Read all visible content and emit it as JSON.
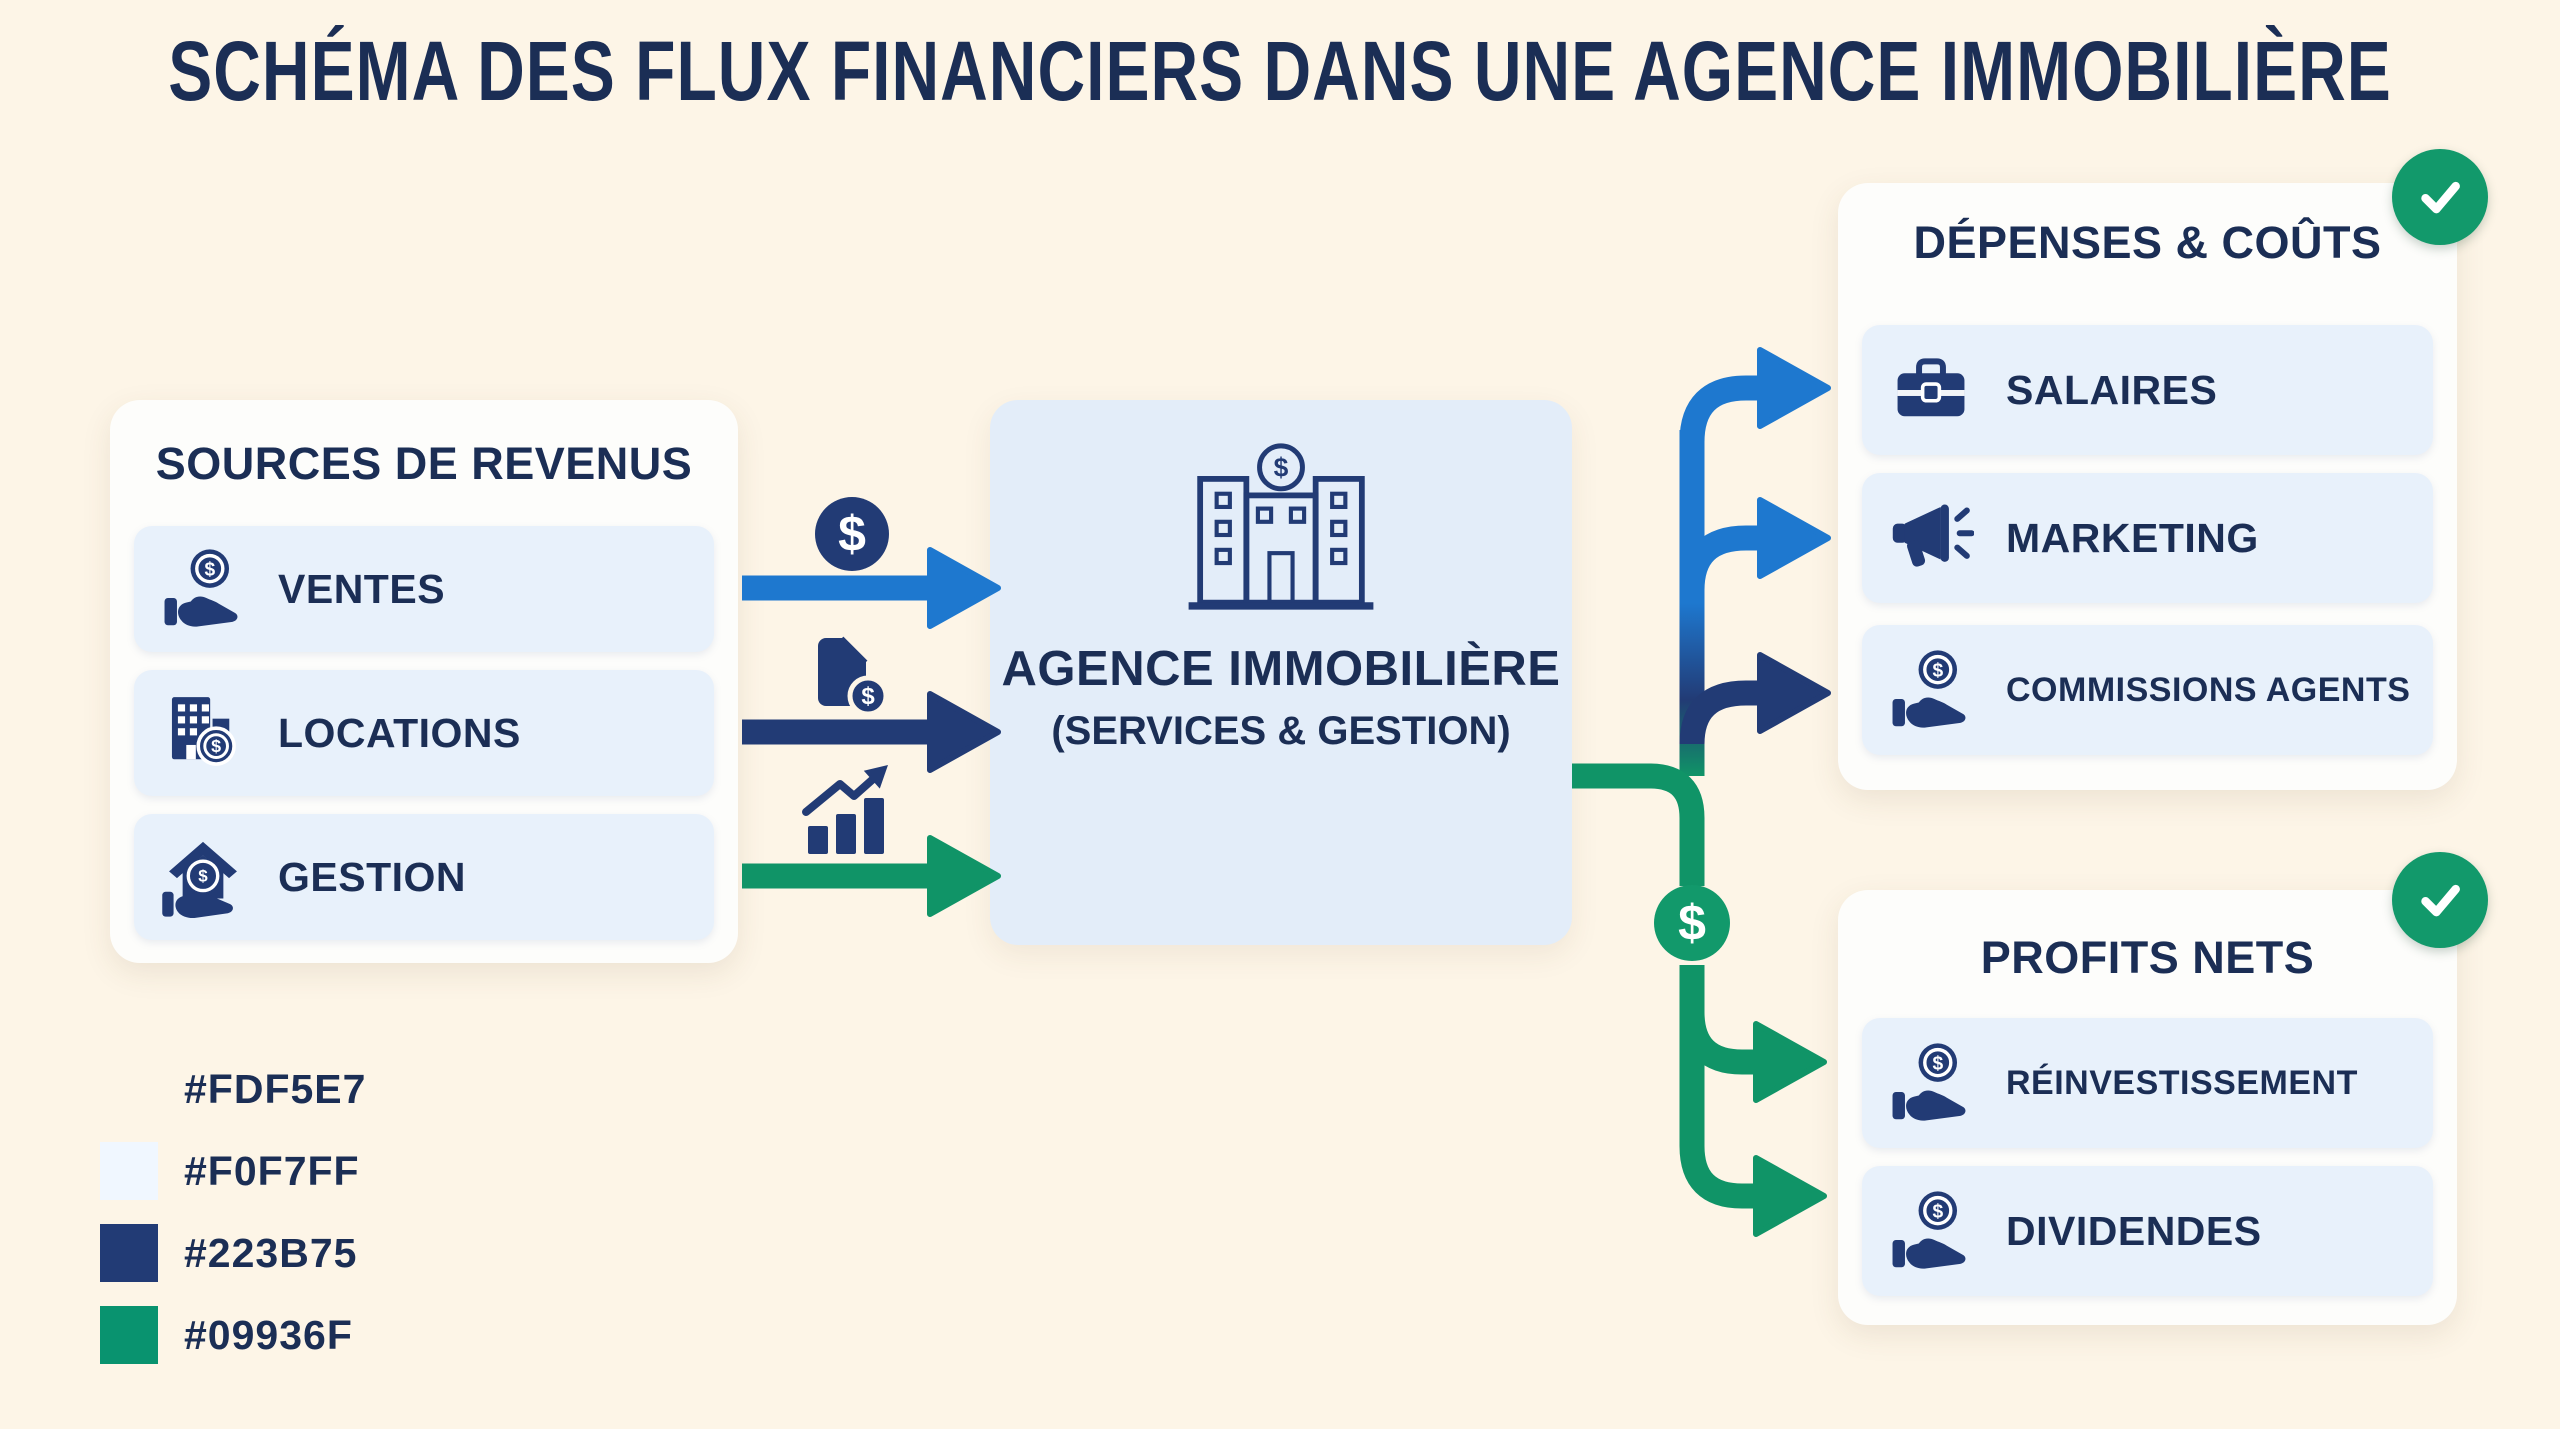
{
  "title": "SCHÉMA DES FLUX FINANCIERS DANS UNE AGENCE IMMOBILIÈRE",
  "colors": {
    "background": "#FDF5E7",
    "panel": "#FDFDFB",
    "row": "#E8F1FB",
    "agency_box": "#E3EDF9",
    "navy": "#223B75",
    "heading": "#1B2E55",
    "blue": "#1E78CF",
    "green": "#109467",
    "check_green": "#12996B"
  },
  "sources_panel": {
    "title": "SOURCES DE REVENUS",
    "items": [
      {
        "label": "VENTES",
        "icon": "hand-coin-icon"
      },
      {
        "label": "LOCATIONS",
        "icon": "building-coin-icon"
      },
      {
        "label": "GESTION",
        "icon": "house-coin-hand-icon"
      }
    ]
  },
  "agency": {
    "title": "AGENCE IMMOBILIÈRE",
    "subtitle": "(SERVICES & GESTION)",
    "icon": "bank-building-icon"
  },
  "expenses_panel": {
    "title": "DÉPENSES & COÛTS",
    "items": [
      {
        "label": "SALAIRES",
        "icon": "briefcase-icon"
      },
      {
        "label": "MARKETING",
        "icon": "megaphone-icon"
      },
      {
        "label": "COMMISSIONS AGENTS",
        "icon": "hand-coin-icon"
      }
    ]
  },
  "profits_panel": {
    "title": "PROFITS NETS",
    "items": [
      {
        "label": "RÉINVESTISSEMENT",
        "icon": "hand-coin-icon"
      },
      {
        "label": "DIVIDENDES",
        "icon": "hand-coin-icon"
      }
    ]
  },
  "legend": {
    "items": [
      {
        "hex": "#FDF5E7"
      },
      {
        "hex": "#F0F7FF"
      },
      {
        "hex": "#223B75"
      },
      {
        "hex": "#09936F"
      }
    ]
  },
  "symbols": {
    "dollar": "$"
  }
}
